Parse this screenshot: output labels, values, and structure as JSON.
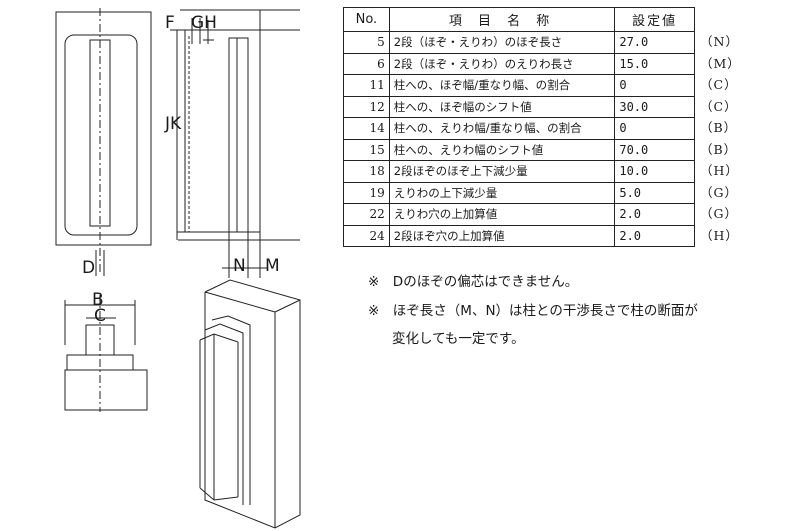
{
  "drawing_labels": {
    "f": "F",
    "gh": "GH",
    "jk": "JK",
    "d": "D",
    "n": "N",
    "m": "M",
    "b": "B",
    "c": "C"
  },
  "table": {
    "headers": {
      "no": "No.",
      "name": "項 目 名 称",
      "value": "設定値"
    },
    "rows": [
      {
        "no": "5",
        "name": "2段（ほぞ・えりわ）のほぞ長さ",
        "value": "27.0",
        "code": "（N）"
      },
      {
        "no": "6",
        "name": "2段（ほぞ・えりわ）のえりわ長さ",
        "value": "15.0",
        "code": "（M）"
      },
      {
        "no": "11",
        "name": "柱への、ほぞ幅/重なり幅、の割合",
        "value": "0",
        "code": "（C）"
      },
      {
        "no": "12",
        "name": "柱への、ほぞ幅のシフト値",
        "value": "30.0",
        "code": "（C）"
      },
      {
        "no": "14",
        "name": "柱への、えりわ幅/重なり幅、の割合",
        "value": "0",
        "code": "（B）"
      },
      {
        "no": "15",
        "name": "柱への、えりわ幅のシフト値",
        "value": "70.0",
        "code": "（B）"
      },
      {
        "no": "18",
        "name": "2段ほぞのほぞ上下減少量",
        "value": "10.0",
        "code": "（H）"
      },
      {
        "no": "19",
        "name": "えりわの上下減少量",
        "value": "5.0",
        "code": "（G）"
      },
      {
        "no": "22",
        "name": "えりわ穴の上加算値",
        "value": "2.0",
        "code": "（G）"
      },
      {
        "no": "24",
        "name": "2段ほぞ穴の上加算値",
        "value": "2.0",
        "code": "（H）"
      }
    ]
  },
  "notes": {
    "note1": "※　Dのほぞの偏芯はできません。",
    "note2": "※　ほぞ長さ（M、N）は柱との干渉長さで柱の断面が",
    "note2_cont": "変化しても一定です。"
  }
}
